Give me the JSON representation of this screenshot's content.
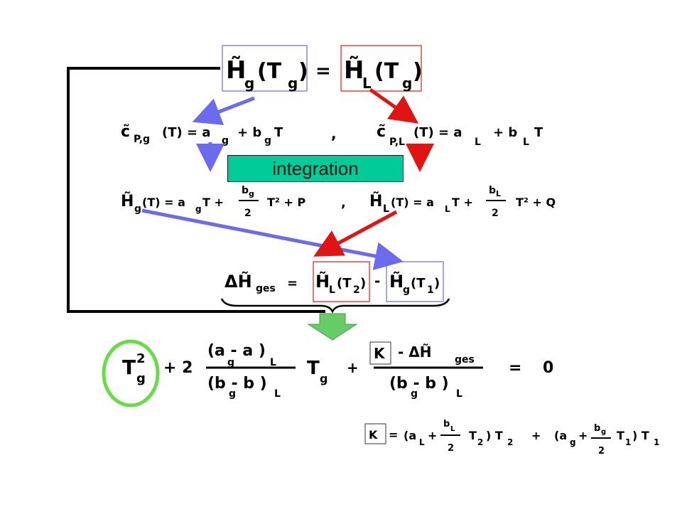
{
  "colors": {
    "blue_arrow": "#6b6bf0",
    "red_arrow": "#e11414",
    "integration_fill": "#00cc99",
    "circle": "#66dd44",
    "down_arrow": "#66cc66"
  },
  "integration_label": "integration",
  "top": {
    "lhs": "H̃",
    "lhs_sub": "g",
    "lhs_arg": "(T",
    "lhs_arg_sub": "g",
    "lhs_close": ")",
    "eq": "=",
    "rhs": "H̃",
    "rhs_sub": "L",
    "rhs_arg": "(T",
    "rhs_arg_sub": "g",
    "rhs_close": ")"
  },
  "heat_capacity": {
    "left": {
      "c": "c̃",
      "sub": "P,g",
      "rest": "(T) = a",
      "a_sub": "g",
      "plus": "+ b",
      "b_sub": "g",
      "tail": "T"
    },
    "comma": ",",
    "right": {
      "c": "c̃",
      "sub": "P,L",
      "rest": "(T) = a",
      "a_sub": "L",
      "plus": "+ b",
      "b_sub": "L",
      "tail": "T"
    }
  },
  "enthalpy": {
    "left": {
      "h": "H̃",
      "sub": "g",
      "rest": "(T) = a",
      "a_sub": "g",
      "t": "T  +",
      "num": "b",
      "num_sub": "g",
      "den": "2",
      "tail": "T² + P"
    },
    "comma": ",",
    "right": {
      "h": "H̃",
      "sub": "L",
      "rest": "(T) = a",
      "a_sub": "L",
      "t": "T  +",
      "num": "b",
      "num_sub": "L",
      "den": "2",
      "tail": "T² + Q"
    }
  },
  "delta": {
    "lhs": "ΔH̃",
    "lhs_sub": "ges",
    "eq": "=",
    "term1": "H̃",
    "term1_sub": "L",
    "term1_arg": "(T",
    "term1_arg_sub": "2",
    "term1_close": ")",
    "minus": "-",
    "term2": "H̃",
    "term2_sub": "g",
    "term2_arg": "(T",
    "term2_arg_sub": "1",
    "term2_close": ")"
  },
  "quadratic": {
    "t": "T",
    "t_sup": "2",
    "t_sub": "g",
    "plus2": "+  2",
    "num": "(a  - a  )",
    "num_a1": "g",
    "num_a2": "L",
    "den": "(b  - b  )",
    "den_b1": "g",
    "den_b2": "L",
    "tg": "T",
    "tg_sub": "g",
    "plus": "+",
    "k": "K",
    "k_rest": "-  ΔH̃",
    "k_sub": "ges",
    "den2": "(b  - b  )",
    "den2_b1": "g",
    "den2_b2": "L",
    "eq": "=",
    "zero": "0"
  },
  "kdef": {
    "k": "K",
    "eq": "=",
    "p1_open": "(a",
    "p1_a": "L",
    "p1_plus": "+",
    "p1_num": "b",
    "p1_num_sub": "L",
    "p1_den": "2",
    "p1_t": "T",
    "p1_t_sub": "2",
    "p1_close": ") T",
    "p1_close_sub": "2",
    "plus": "+",
    "p2_open": "(a",
    "p2_a": "g",
    "p2_plus": "+",
    "p2_num": "b",
    "p2_num_sub": "g",
    "p2_den": "2",
    "p2_t": "T",
    "p2_t_sub": "1",
    "p2_close": ") T",
    "p2_close_sub": "1"
  }
}
